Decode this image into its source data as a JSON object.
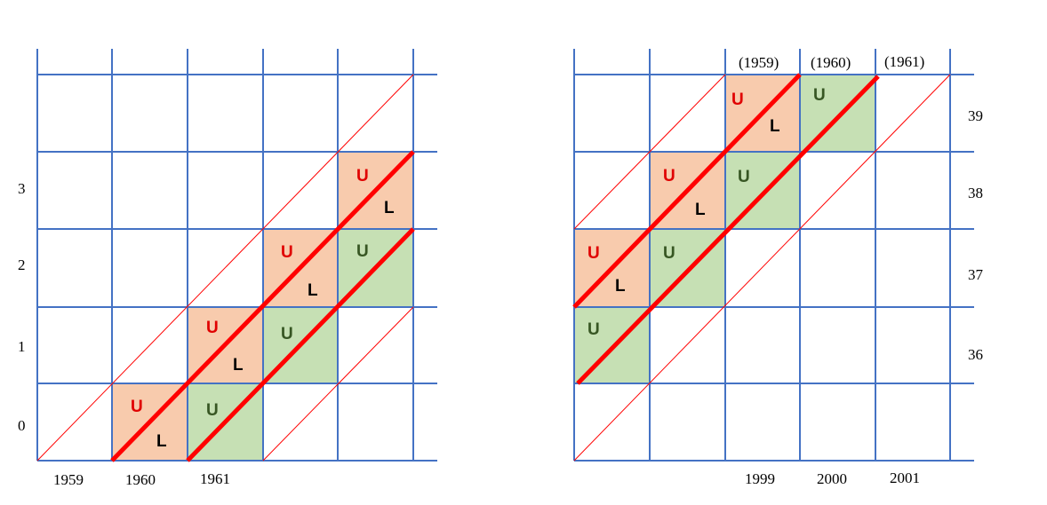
{
  "colors": {
    "grid": "#4472c4",
    "orange_fill": "#f8cbad",
    "green_fill": "#c6e0b4",
    "red_line": "#ff0000",
    "u_red": "#e00000",
    "u_green": "#375623",
    "l_black": "#000000"
  },
  "left_panel": {
    "y_labels": [
      "0",
      "1",
      "2",
      "3"
    ],
    "x_labels": [
      "1959",
      "1960",
      "1961"
    ]
  },
  "right_panel": {
    "y_labels": [
      "36",
      "37",
      "38",
      "39"
    ],
    "x_labels": [
      "1999",
      "2000",
      "2001"
    ],
    "top_labels": [
      "(1959)",
      "(1960)",
      "(1961)"
    ]
  },
  "cell_letters": {
    "upper": "U",
    "lower": "L"
  }
}
